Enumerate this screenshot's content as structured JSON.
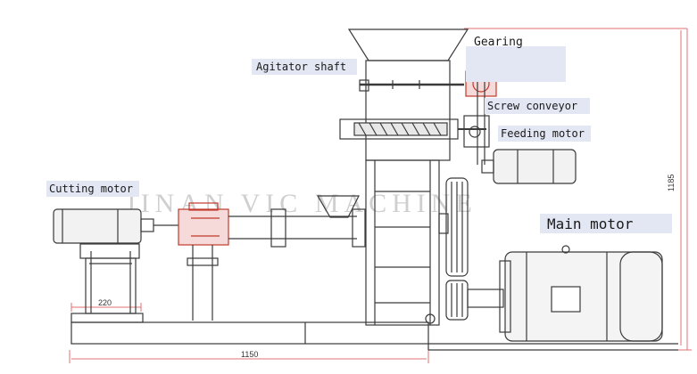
{
  "labels": {
    "gearing": "Gearing",
    "agitator_shaft": "Agitator shaft",
    "screw_conveyor": "Screw conveyor",
    "feeding_motor": "Feeding motor",
    "cutting_motor": "Cutting motor",
    "main_motor": "Main motor"
  },
  "dimensions": {
    "height": "1185",
    "length": "1150",
    "cutter_base": "220"
  },
  "watermark": "JINAN VIC MACHINE",
  "colors": {
    "line": "#3a3a3a",
    "dim_line": "#e07070",
    "accent_red": "#c0392b",
    "label_box": "#e3e6f3"
  }
}
